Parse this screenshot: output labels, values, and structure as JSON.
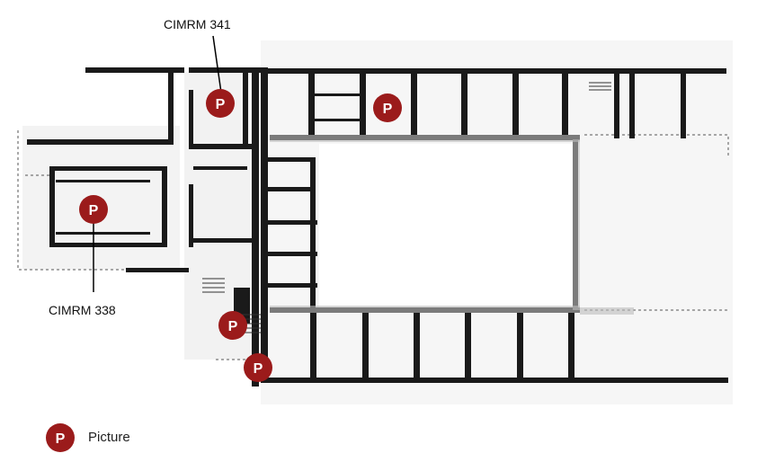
{
  "labels": {
    "callout_top": "CIMRM 341",
    "callout_bottom": "CIMRM 338"
  },
  "marker": {
    "letter": "P",
    "color": "#9b1b1b"
  },
  "legend": {
    "letter": "P",
    "label": "Picture"
  },
  "colors": {
    "wall": "#1a1a1a",
    "floor": "#f4f4f4",
    "dashed": "#555555"
  }
}
